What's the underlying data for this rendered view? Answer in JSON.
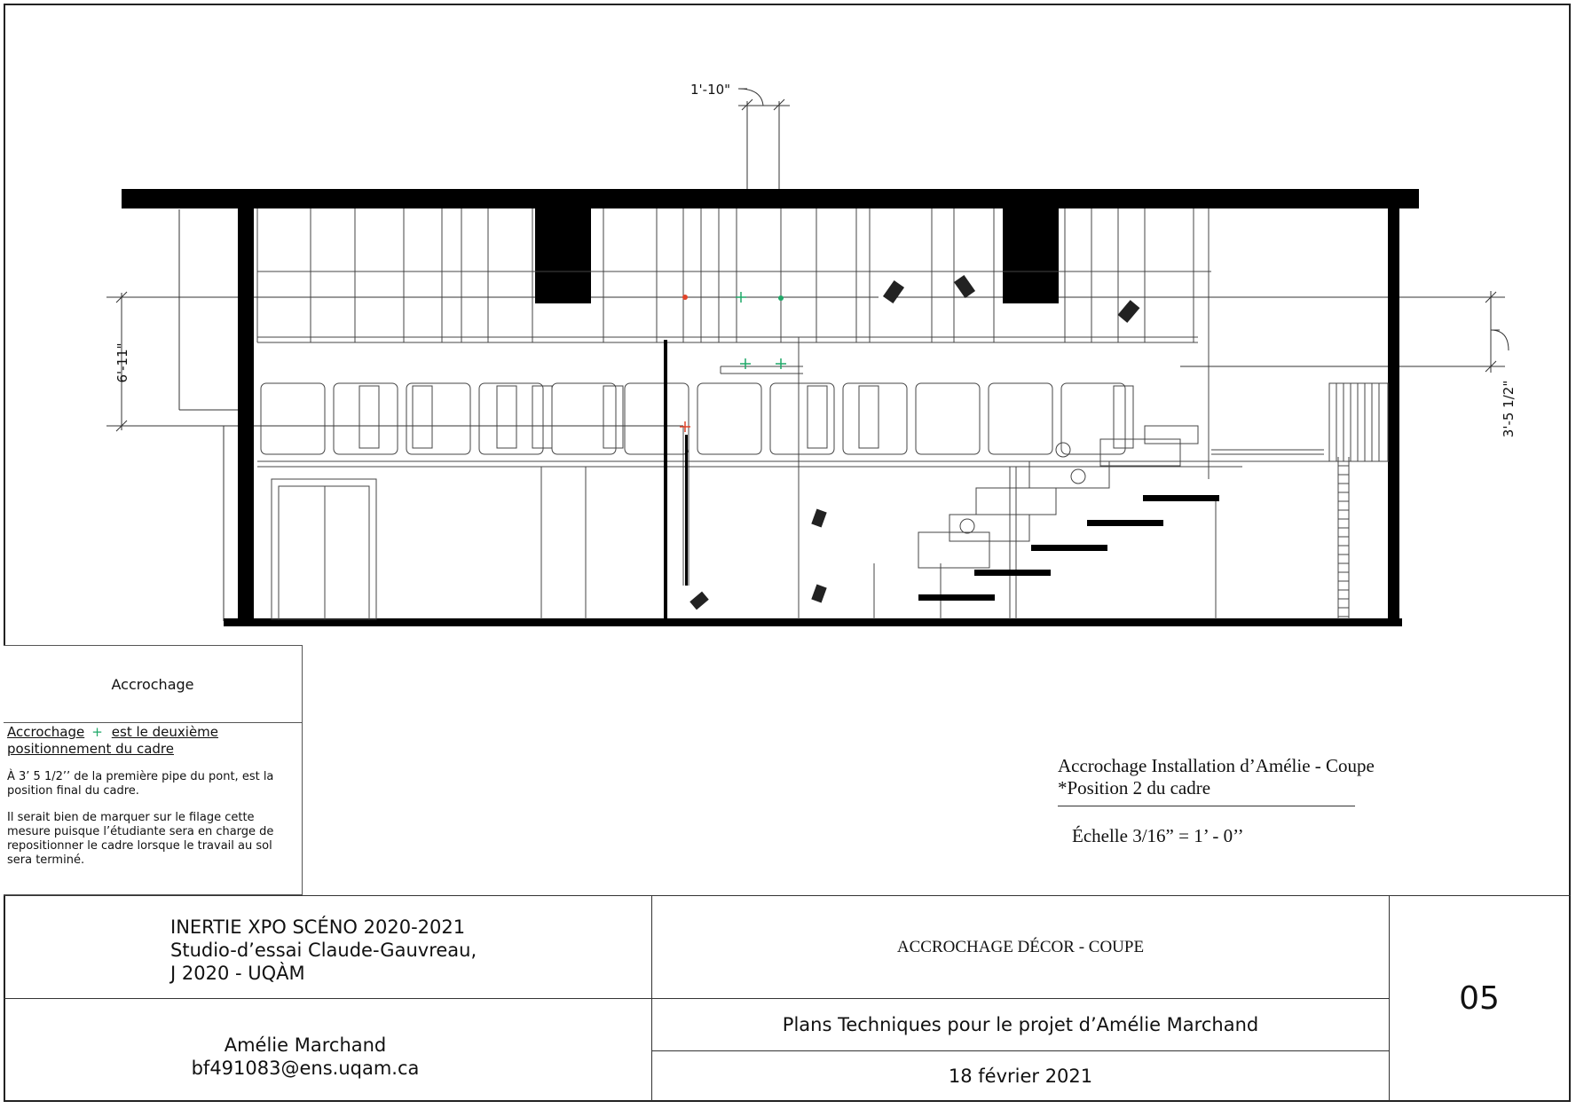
{
  "dimensions": {
    "top": "1'-10\"",
    "left": "6'-11\"",
    "right": "3'-5 1/2\""
  },
  "note": {
    "heading": "Accrochage",
    "lead_before": "Accrochage",
    "lead_symbol": "+",
    "lead_after": "est le deuxième positionnement du cadre",
    "para1": "À 3’ 5 1/2’’ de la première pipe du pont, est la position final du cadre.",
    "para2": "Il serait bien de marquer sur le filage cette mesure puisque l’étudiante sera en charge de repositionner le cadre lorsque le travail au sol sera terminé."
  },
  "caption": {
    "line1": "Accrochage Installation d’Amélie - Coupe",
    "line2": "*Position 2 du cadre",
    "scale": "Échelle  3/16” = 1’ - 0’’"
  },
  "title_block": {
    "project_line1": "INERTIE XPO SCÉNO 2020-2021",
    "project_line2": "Studio-d’essai Claude-Gauvreau,",
    "project_line3": "J 2020 - UQÀM",
    "author": "Amélie Marchand",
    "email": "bf491083@ens.uqam.ca",
    "sheet_title": "ACCROCHAGE DÉCOR - COUPE",
    "subtitle": "Plans Techniques pour le projet d’Amélie Marchand",
    "date": "18 février 2021",
    "sheet_number": "05"
  },
  "colors": {
    "ink": "#111111",
    "marker_green": "#1fa868",
    "marker_red": "#e0442a"
  }
}
